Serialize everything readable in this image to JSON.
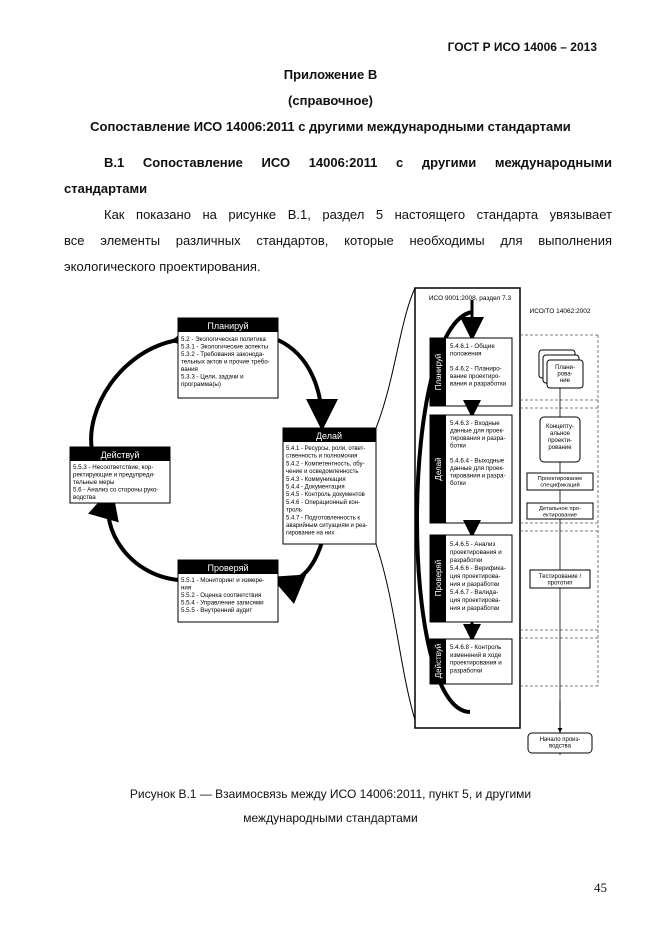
{
  "header": {
    "standard": "ГОСТ Р ИСО 14006 – 2013"
  },
  "appendix": {
    "title": "Приложение В",
    "subtitle": "(справочное)",
    "heading": "Сопоставление ИСО 14006:2011 с другими международными стандартами"
  },
  "section": {
    "title_line1": "В.1  Сопоставление  ИСО  14006:2011  с  другими  международными",
    "title_line2": "стандартами",
    "para_line1": "Как показано на рисунке В.1, раздел 5 настоящего стандарта увязывает",
    "para_line2": "все  элементы  различных  стандартов,  которые  необходимы  для  выполнения",
    "para_line3": "экологического проектирования."
  },
  "figure": {
    "cycle": {
      "plan": {
        "title": "Планируй",
        "lines": [
          "5.2 - Экологическая политика",
          "5.3.1 - Экологические аспекты",
          "5.3.2 - Требования законода-",
          "тельных актов и прочие требо-",
          "вания",
          "5.3.3 - Цели, задачи и",
          "программа(ы)"
        ]
      },
      "do": {
        "title": "Делай",
        "lines": [
          "5.4.1 - Ресурсы, роли, ответ-",
          "ственность и полномочия",
          "5.4.2 - Компетентность, обу-",
          "чение и осведомленность",
          "5.4.3 - Коммуникация",
          "5.4.4 - Документация",
          "5.4.5 - Контроль документов",
          "5.4.6 - Операционный кон-",
          "троль",
          "5.4.7 - Подготовленность к",
          "аварийным ситуациям и реа-",
          "гирование на них"
        ]
      },
      "check": {
        "title": "Проверяй",
        "lines": [
          "5.5.1 - Мониторинг и измере-",
          "ния",
          "5.5.2 - Оценка соответствия",
          "5.5.4 - Управление записями",
          "5.5.5 - Внутренний аудит"
        ]
      },
      "act": {
        "title": "Действуй",
        "lines": [
          "5.5.3 - Несоответствие, кор-",
          "ректирующие и предупреди-",
          "тельные меры",
          "5.6 - Анализ со стороны руко-",
          "водства"
        ]
      }
    },
    "iso9001": {
      "label": "ИСО 9001:2008, раздел 7.3",
      "plan": {
        "side": "Планируй",
        "lines": [
          "5.4.6.1 - Общие",
          "положения",
          "",
          "5.4.6.2 - Планиро-",
          "вание проектиро-",
          "вания и разработки"
        ]
      },
      "do": {
        "side": "Делай",
        "lines": [
          "5.4.6.3 - Входные",
          "данные для проек-",
          "тирования и разра-",
          "ботки",
          "",
          "5.4.6.4 - Выходные",
          "данные для проек-",
          "тирования и разра-",
          "ботки"
        ]
      },
      "check": {
        "side": "Проверяй",
        "lines": [
          "5.4.6.5 - Анализ",
          "проектирования и",
          "разработки",
          "5.4.6.6 - Верифика-",
          "ция проектирова-",
          "ния и разработки",
          "5.4.6.7 - Валида-",
          "ция проектирова-",
          "ния и разработки"
        ]
      },
      "act": {
        "side": "Действуй",
        "lines": [
          "5.4.6.8 - Контроль",
          "изменений в ходе",
          "проектирования и",
          "разработки"
        ]
      }
    },
    "iso14062": {
      "label": "ИСО/ТО 14062:2002",
      "planning": [
        "Плани-",
        "рова-",
        "ние"
      ],
      "concept": [
        "Концепту-",
        "альное",
        "проекти-",
        "рование"
      ],
      "spec": [
        "Проектирование",
        "спецификаций"
      ],
      "detail": [
        "Детальное про-",
        "ектирование"
      ],
      "test": [
        "Тестирование /",
        "прототип"
      ],
      "production": [
        "Начало произ-",
        "водства"
      ]
    },
    "caption_line1": "Рисунок В.1 — Взаимосвязь между ИСО 14006:2011, пункт 5, и другими",
    "caption_line2": "международными стандартами"
  },
  "page_number": "45"
}
